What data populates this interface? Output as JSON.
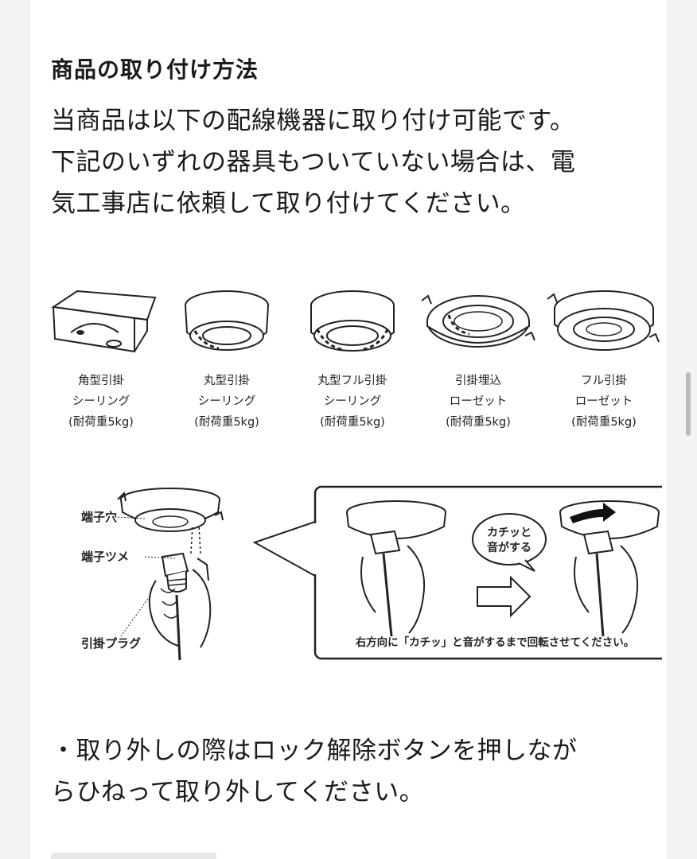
{
  "section_title": "商品の取り付け方法",
  "intro_lines": [
    "当商品は以下の配線機器に取り付け可能です。",
    "下記のいずれの器具もついていない場合は、電",
    "気工事店に依頼して取り付けてください。"
  ],
  "fixtures": [
    {
      "line1": "角型引掛",
      "line2": "シーリング",
      "line3": "(耐荷重5kg)"
    },
    {
      "line1": "丸型引掛",
      "line2": "シーリング",
      "line3": "(耐荷重5kg)"
    },
    {
      "line1": "丸型フル引掛",
      "line2": "シーリング",
      "line3": "(耐荷重5kg)"
    },
    {
      "line1": "引掛埋込",
      "line2": "ローゼット",
      "line3": "(耐荷重5kg)"
    },
    {
      "line1": "フル引掛",
      "line2": "ローゼット",
      "line3": "(耐荷重5kg)"
    }
  ],
  "install": {
    "terminal_hole": "端子穴",
    "terminal_tab": "端子ツメ",
    "plug": "引掛プラグ",
    "click_line1": "カチッと",
    "click_line2": "音がする",
    "instruction": "右方向に「カチッ」と音がするまで回転させてください。"
  },
  "removal_lines": [
    "・取り外しの際はロック解除ボタンを押しなが",
    "らひねって取り外してください。"
  ]
}
